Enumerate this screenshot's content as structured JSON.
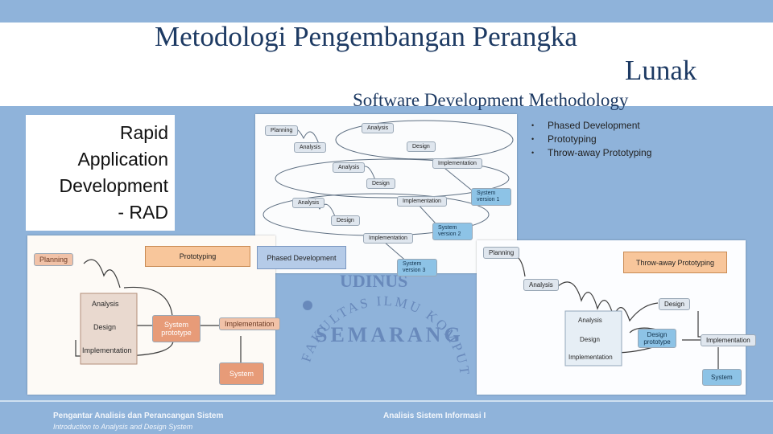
{
  "header": {
    "title_line1": "Metodologi Pengembangan Perangka",
    "title_line2": "Lunak",
    "subtitle": "Software Development Methodology"
  },
  "rad_box": {
    "lines": [
      "Rapid",
      "Application",
      "Development",
      "- RAD"
    ]
  },
  "bullets": [
    "Phased Development",
    "Prototyping",
    "Throw-away Prototyping"
  ],
  "callouts": {
    "phased": "Phased Development",
    "prototyping": "Prototyping",
    "throwaway": "Throw-away Prototyping"
  },
  "phased_diagram": {
    "planning": "Planning",
    "analysis": "Analysis",
    "design": "Design",
    "implementation": "Implementation",
    "system_v1": "System version 1",
    "system_v2": "System version 2",
    "system_v3": "System version 3"
  },
  "prototyping_diagram": {
    "planning": "Planning",
    "analysis": "Analysis",
    "design": "Design",
    "implementation": "Implementation",
    "prototype": "System prototype",
    "implementation_out": "Implementation",
    "system": "System"
  },
  "throwaway_diagram": {
    "planning": "Planning",
    "analysis": "Analysis",
    "design": "Design",
    "analysis2": "Analysis",
    "design2": "Design",
    "implementation": "Implementation",
    "design_prototype": "Design prototype",
    "implementation_out": "Implementation",
    "system": "System"
  },
  "watermark": {
    "name": "UDINUS",
    "arc_top": "FAKULTAS ILMU KOMPUTER",
    "arc_bottom": "SEMARANG"
  },
  "footer": {
    "left_title": "Pengantar Analisis dan Perancangan Sistem",
    "left_subtitle": "Introduction to Analysis and Design System",
    "center": "Analisis Sistem Informasi I"
  },
  "colors": {
    "background": "#8fb3da",
    "title": "#1d3a63",
    "callout_orange": "#f8c69b",
    "callout_blue": "#b5cbe8"
  }
}
